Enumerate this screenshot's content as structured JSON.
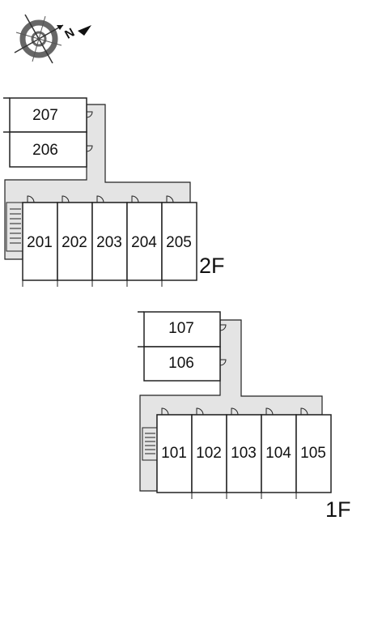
{
  "compass": {
    "letter": "N",
    "icon": "compass-rose-icon"
  },
  "floors": [
    {
      "label": "2F",
      "units": [
        {
          "number": "207"
        },
        {
          "number": "206"
        },
        {
          "number": "201"
        },
        {
          "number": "202"
        },
        {
          "number": "203"
        },
        {
          "number": "204"
        },
        {
          "number": "205"
        }
      ]
    },
    {
      "label": "1F",
      "units": [
        {
          "number": "107"
        },
        {
          "number": "106"
        },
        {
          "number": "101"
        },
        {
          "number": "102"
        },
        {
          "number": "103"
        },
        {
          "number": "104"
        },
        {
          "number": "105"
        }
      ]
    }
  ],
  "colors": {
    "corridor": "#e4e4e4",
    "wall": "#222222",
    "background": "#ffffff"
  }
}
